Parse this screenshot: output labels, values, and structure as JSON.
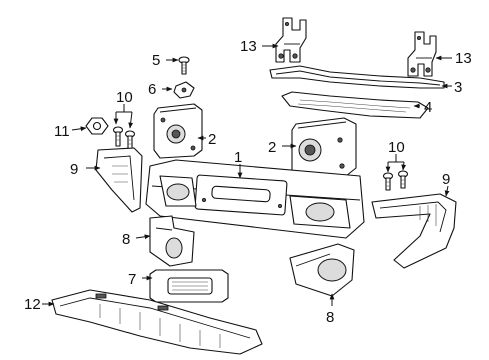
{
  "callouts": [
    {
      "id": "c1",
      "text": "1"
    },
    {
      "id": "c2a",
      "text": "2"
    },
    {
      "id": "c2b",
      "text": "2"
    },
    {
      "id": "c3",
      "text": "3"
    },
    {
      "id": "c4",
      "text": "4"
    },
    {
      "id": "c5",
      "text": "5"
    },
    {
      "id": "c6",
      "text": "6"
    },
    {
      "id": "c7",
      "text": "7"
    },
    {
      "id": "c8a",
      "text": "8"
    },
    {
      "id": "c8b",
      "text": "8"
    },
    {
      "id": "c9a",
      "text": "9"
    },
    {
      "id": "c9b",
      "text": "9"
    },
    {
      "id": "c10a",
      "text": "10"
    },
    {
      "id": "c10b",
      "text": "10"
    },
    {
      "id": "c11",
      "text": "11"
    },
    {
      "id": "c12",
      "text": "12"
    },
    {
      "id": "c13a",
      "text": "13"
    },
    {
      "id": "c13b",
      "text": "13"
    }
  ]
}
